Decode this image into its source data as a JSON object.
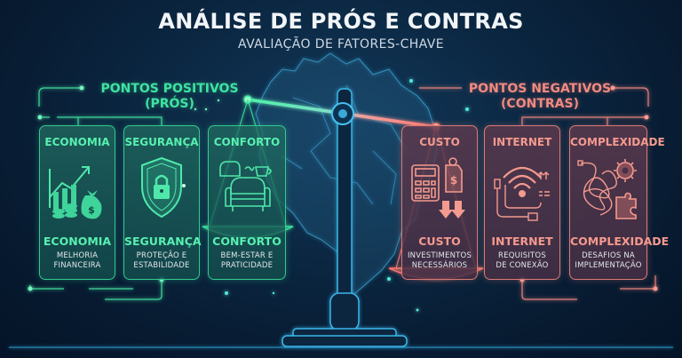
{
  "header": {
    "title": "ANÁLISE DE PRÓS E CONTRAS",
    "subtitle": "AVALIAÇÃO DE FATORES-CHAVE"
  },
  "pros": {
    "heading_line1": "PONTOS POSITIVOS",
    "heading_line2": "(PRÓS)",
    "color": "#3fe3a0",
    "items": [
      {
        "title": "ECONOMIA",
        "label": "ECONOMIA",
        "desc_line1": "MELHORIA",
        "desc_line2": "FINANCEIRA",
        "icon": "growth-chart-money-icon"
      },
      {
        "title": "SEGURANÇA",
        "label": "SEGURANÇA",
        "desc_line1": "PROTEÇÃO E",
        "desc_line2": "ESTABILIDADE",
        "icon": "shield-lock-icon"
      },
      {
        "title": "CONFORTO",
        "label": "CONFORTO",
        "desc_line1": "BEM-ESTAR E",
        "desc_line2": "PRATICIDADE",
        "icon": "armchair-coffee-icon"
      }
    ]
  },
  "cons": {
    "heading_line1": "PONTOS NEGATIVOS",
    "heading_line2": "(CONTRAS)",
    "color": "#f08a80",
    "items": [
      {
        "title": "CUSTO",
        "label": "CUSTO",
        "desc_line1": "INVESTIMENTOS",
        "desc_line2": "NECESSÁRIOS",
        "icon": "calculator-price-tag-icon"
      },
      {
        "title": "INTERNET",
        "label": "INTERNET",
        "desc_line1": "REQUISITOS",
        "desc_line2": "DE CONEXÃO",
        "icon": "wifi-cables-icon"
      },
      {
        "title": "COMPLEXIDADE",
        "label": "COMPLEXIDADE",
        "desc_line1": "DESAFIOS NA",
        "desc_line2": "IMPLEMENTAÇÃO",
        "icon": "tangled-gear-puzzle-icon"
      }
    ]
  },
  "scale": {
    "icon": "balance-scale-icon",
    "background": "brazil-map-icon"
  }
}
